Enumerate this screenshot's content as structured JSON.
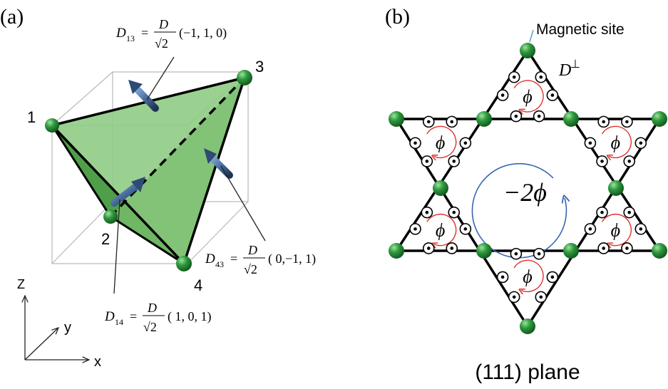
{
  "panel_a": {
    "label": "(a)",
    "vertex_labels": [
      "1",
      "2",
      "3",
      "4"
    ],
    "axes": {
      "z": "Z",
      "y": "y",
      "x": "x"
    },
    "annotations": {
      "d13": {
        "symbol": "D",
        "sub": "13",
        "eq": "=",
        "num": "D",
        "den": "√2",
        "vec": "(−1, 1, 0)"
      },
      "d43": {
        "symbol": "D",
        "sub": "43",
        "eq": "=",
        "num": "D",
        "den": "√2",
        "vec": "( 0,−1, 1)"
      },
      "d14": {
        "symbol": "D",
        "sub": "14",
        "eq": "=",
        "num": "D",
        "den": "√2",
        "vec": "( 1, 0, 1)"
      }
    },
    "colors": {
      "face": "#86c77c",
      "face_dark": "#4d9c46",
      "sphere": "#2f9a3e",
      "arrow": "#3e5f8e"
    }
  },
  "panel_b": {
    "label": "(b)",
    "magnetic_site_label": "Magnetic site",
    "dperp_symbol": "D",
    "dperp_sup": "⊥",
    "phi": "ϕ",
    "center_flux": "−2ϕ",
    "plane_label": "(111) plane",
    "colors": {
      "site": "#2f9a3e",
      "small_loop": "#e03030",
      "big_loop": "#3a66b0"
    }
  }
}
